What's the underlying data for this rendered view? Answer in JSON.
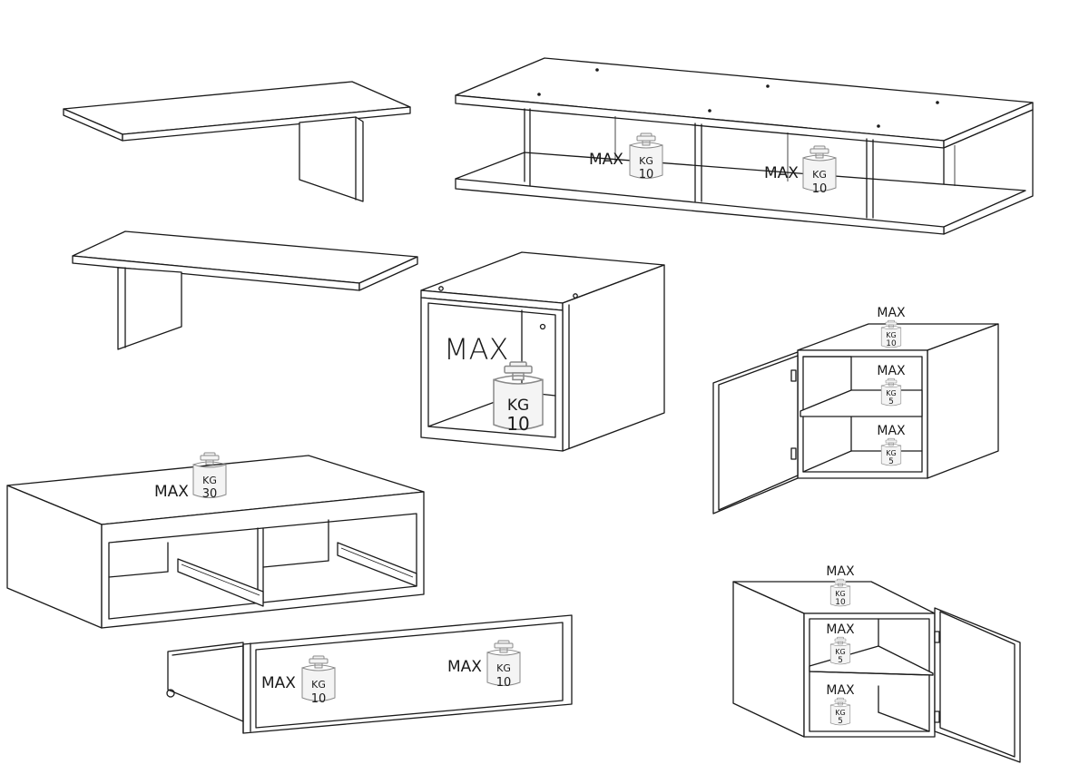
{
  "labels": {
    "max": "MAX",
    "kg": "KG"
  },
  "loads": {
    "top_unit_left": "10",
    "top_unit_right": "10",
    "cube": "10",
    "wall_cabinet_a_top": "10",
    "wall_cabinet_a_middle": "5",
    "wall_cabinet_a_bottom": "5",
    "coffee_table_top": "30",
    "drawer_left": "10",
    "drawer_right": "10",
    "wall_cabinet_b_top": "10",
    "wall_cabinet_b_middle": "5",
    "wall_cabinet_b_bottom": "5"
  },
  "colors": {
    "line": "#1a1a1a",
    "weight_fill": "#f4f4f4",
    "background": "#ffffff"
  }
}
